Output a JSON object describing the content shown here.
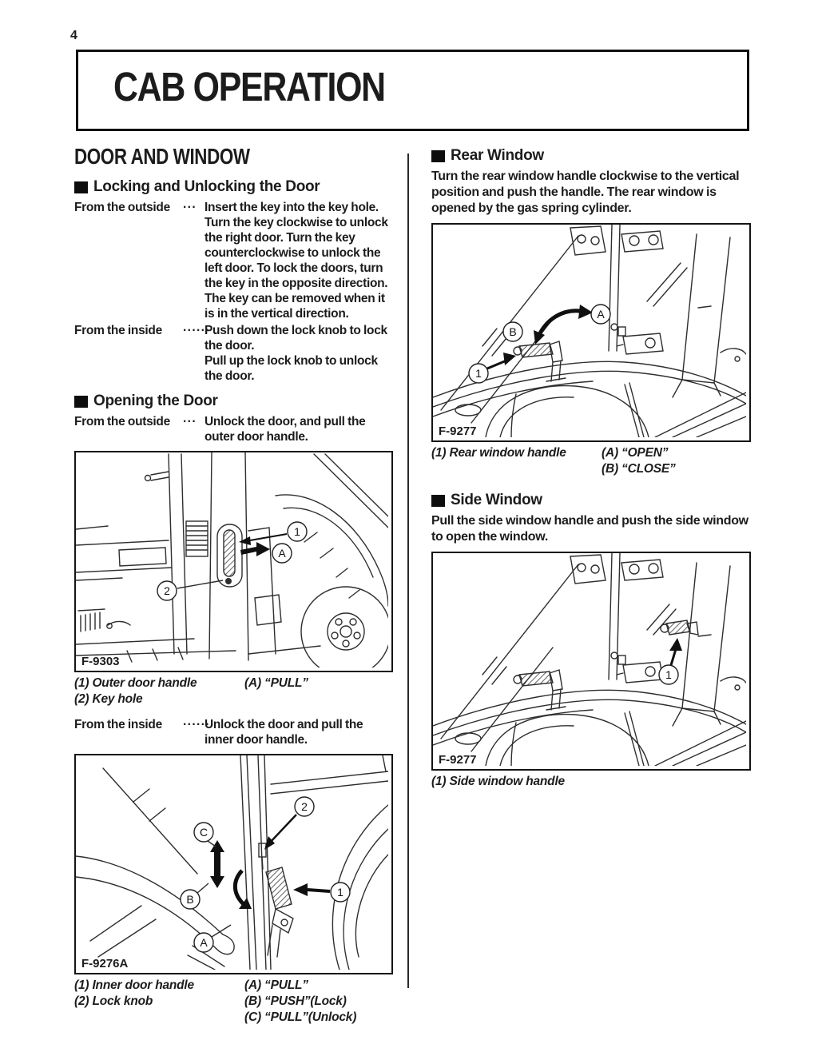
{
  "page_number": "4",
  "header": {
    "title": "CAB OPERATION"
  },
  "left": {
    "heading": "DOOR AND WINDOW",
    "locking": {
      "title": "Locking and Unlocking the Door",
      "outside": {
        "term": "From the outside",
        "dots": "···",
        "lines": [
          "Insert the key into the key hole. Turn the key clockwise to unlock the right door. Turn the key counterclockwise to unlock the left door. To lock the doors, turn the key in the opposite direction. The key can be removed when it is in the vertical direction."
        ]
      },
      "inside": {
        "term": "From the inside",
        "dots": "······",
        "lines": [
          "Push down the lock knob to lock the door.",
          "Pull up the lock knob to unlock the door."
        ]
      }
    },
    "opening": {
      "title": "Opening the Door",
      "outside": {
        "term": "From the outside",
        "dots": "···",
        "lines": [
          "Unlock the door, and pull the outer door handle."
        ]
      },
      "inside": {
        "term": "From the inside",
        "dots": "······",
        "lines": [
          "Unlock the door and pull the inner door handle."
        ]
      }
    },
    "fig_outer": {
      "id": "F-9303",
      "callout_1": "1",
      "callout_A": "A",
      "callout_2": "2",
      "captions_left": [
        "(1) Outer door handle",
        "(2) Key hole"
      ],
      "captions_right": [
        "(A) “PULL”"
      ]
    },
    "fig_inner": {
      "id": "F-9276A",
      "callout_1": "1",
      "callout_2": "2",
      "callout_A": "A",
      "callout_B": "B",
      "callout_C": "C",
      "captions_left": [
        "(1) Inner door handle",
        "(2) Lock knob"
      ],
      "captions_right": [
        "(A) “PULL”",
        "(B) “PUSH”(Lock)",
        "(C) “PULL”(Unlock)"
      ]
    }
  },
  "right": {
    "rear": {
      "title": "Rear Window",
      "body": "Turn the rear window handle clockwise to the vertical position and push the handle. The rear window is opened by the gas spring cylinder.",
      "fig": {
        "id": "F-9277",
        "callout_1": "1",
        "callout_A": "A",
        "callout_B": "B"
      },
      "captions_left": [
        "(1) Rear window handle"
      ],
      "captions_right": [
        "(A) “OPEN”",
        "(B) “CLOSE”"
      ]
    },
    "side": {
      "title": "Side Window",
      "body": "Pull the side window handle and push the side window to open the window.",
      "fig": {
        "id": "F-9277",
        "callout_1": "1"
      },
      "captions_left": [
        "(1) Side window handle"
      ]
    }
  }
}
